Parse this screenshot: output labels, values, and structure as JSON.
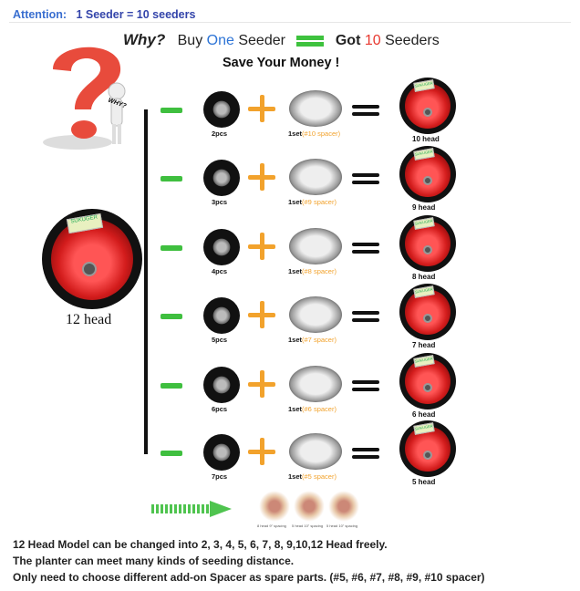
{
  "attention": {
    "label": "Attention:",
    "text": "1 Seeder  =  10 seeders"
  },
  "hero": {
    "why": "Why?",
    "buy": "Buy",
    "one": "One",
    "seeder": "Seeder",
    "got": "Got",
    "ten": "10",
    "seeders": "Seeders"
  },
  "save_money": "Save Your Money !",
  "why_bubble": "WHY?",
  "main_label": "12 head",
  "rows": [
    {
      "pcs": "2pcs",
      "set": "1set",
      "spacer": "(#10 spacer)",
      "result": "10 head"
    },
    {
      "pcs": "3pcs",
      "set": "1set",
      "spacer": "(#9 spacer)",
      "result": "9 head"
    },
    {
      "pcs": "4pcs",
      "set": "1set",
      "spacer": "(#8 spacer)",
      "result": "8 head"
    },
    {
      "pcs": "5pcs",
      "set": "1set",
      "spacer": "(#7 spacer)",
      "result": "7 head"
    },
    {
      "pcs": "6pcs",
      "set": "1set",
      "spacer": "(#6 spacer)",
      "result": "6 head"
    },
    {
      "pcs": "7pcs",
      "set": "1set",
      "spacer": "(#5 spacer)",
      "result": "5 head"
    }
  ],
  "bottom_images": [
    "8 head 9\" spacing",
    "5 head 10\" spacing",
    "5 head 10\" spacing"
  ],
  "lines": [
    "12 Head Model can be changed into 2, 3, 4, 5, 6, 7, 8, 9,10,12 Head freely.",
    "The planter can meet many kinds of seeding distance.",
    "Only need to choose different add-on Spacer as spare parts.  (#5, #6, #7, #8, #9, #10  spacer)"
  ],
  "colors": {
    "green": "#3fbf3f",
    "orange": "#f2a22c",
    "blue": "#2d74d6",
    "red": "#e8382f"
  }
}
